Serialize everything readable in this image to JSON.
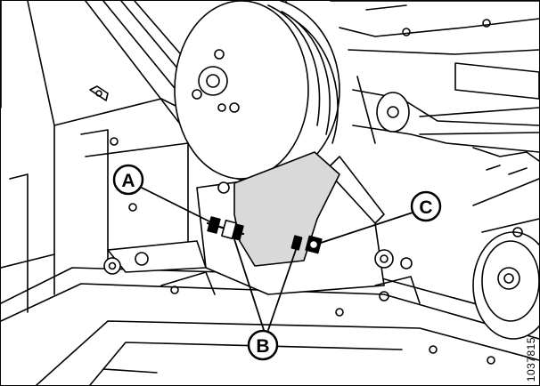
{
  "callouts": {
    "a": "A",
    "b": "B",
    "c": "C"
  },
  "part_number": "1037815",
  "colors": {
    "line": "#000000",
    "bracket_fill": "#d9d9d9",
    "background": "#ffffff"
  }
}
